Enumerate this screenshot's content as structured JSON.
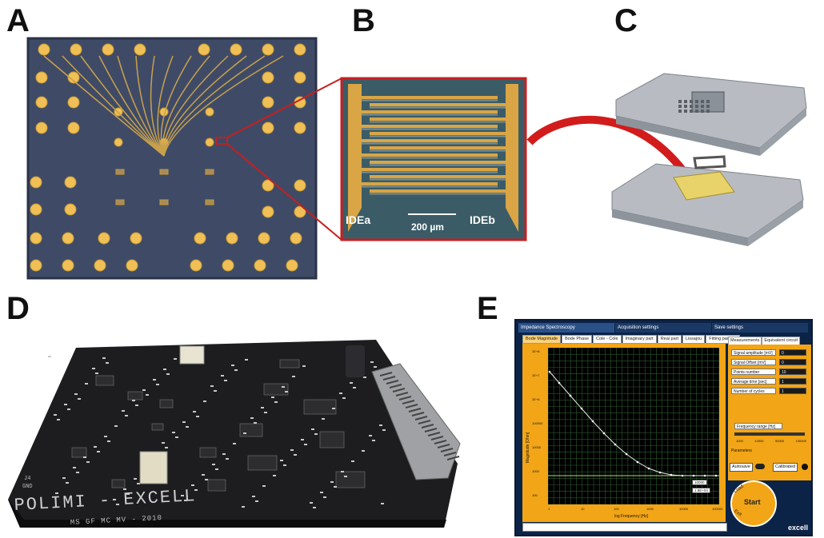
{
  "panels": {
    "a": "A",
    "b": "B",
    "c": "C",
    "d": "D",
    "e": "E"
  },
  "panel_b": {
    "electrode_a": "IDEa",
    "electrode_b": "IDEb",
    "scale_bar": "200 µm"
  },
  "pcb": {
    "silkscreen_main": "POLIMI - EXCELL",
    "silkscreen_sub": "MS GF MC MV - 2010",
    "label_j4": "J4",
    "label_gnd": "GND"
  },
  "app": {
    "top_tabs": [
      "Impedance Spectroscopy",
      "Acquisition settings",
      "Save settings"
    ],
    "plot_tabs": [
      "Bode Magnitude",
      "Bode Phase",
      "Cole - Cole",
      "Imaginary part",
      "Real part",
      "Lissajou",
      "Fitting params"
    ],
    "side_tabs": [
      "Measurements",
      "Equivalent circuit"
    ],
    "parameters": [
      {
        "label": "Signal amplitude [mV]",
        "value": "0"
      },
      {
        "label": "Signal Offset [mV]",
        "value": "0"
      },
      {
        "label": "Points number",
        "value": "10"
      },
      {
        "label": "Average time [sec]",
        "value": "1"
      },
      {
        "label": "Number of cycles",
        "value": "1"
      }
    ],
    "freq_range_label": "Frequency range [Hz]",
    "freq_ticks": [
      "1000",
      "10000",
      "50000",
      "100000"
    ],
    "parameters_label": "Parameters",
    "autosave": "Autosave",
    "calibrated": "Calibrated",
    "start": "Start",
    "load": "Load",
    "exit": "Exit",
    "logo": "excell",
    "y_axis_label": "Magnitude [Ohm]",
    "x_axis_label": "log Frequency [Hz]",
    "y_ticks": [
      "1E+8",
      "1E+7",
      "1E+6",
      "100000",
      "10000",
      "1000",
      "100"
    ],
    "x_ticks": [
      "1",
      "10",
      "100",
      "1000",
      "10000",
      "100000"
    ],
    "cursor_x": "10000",
    "cursor_y": "1.6E+04"
  }
}
